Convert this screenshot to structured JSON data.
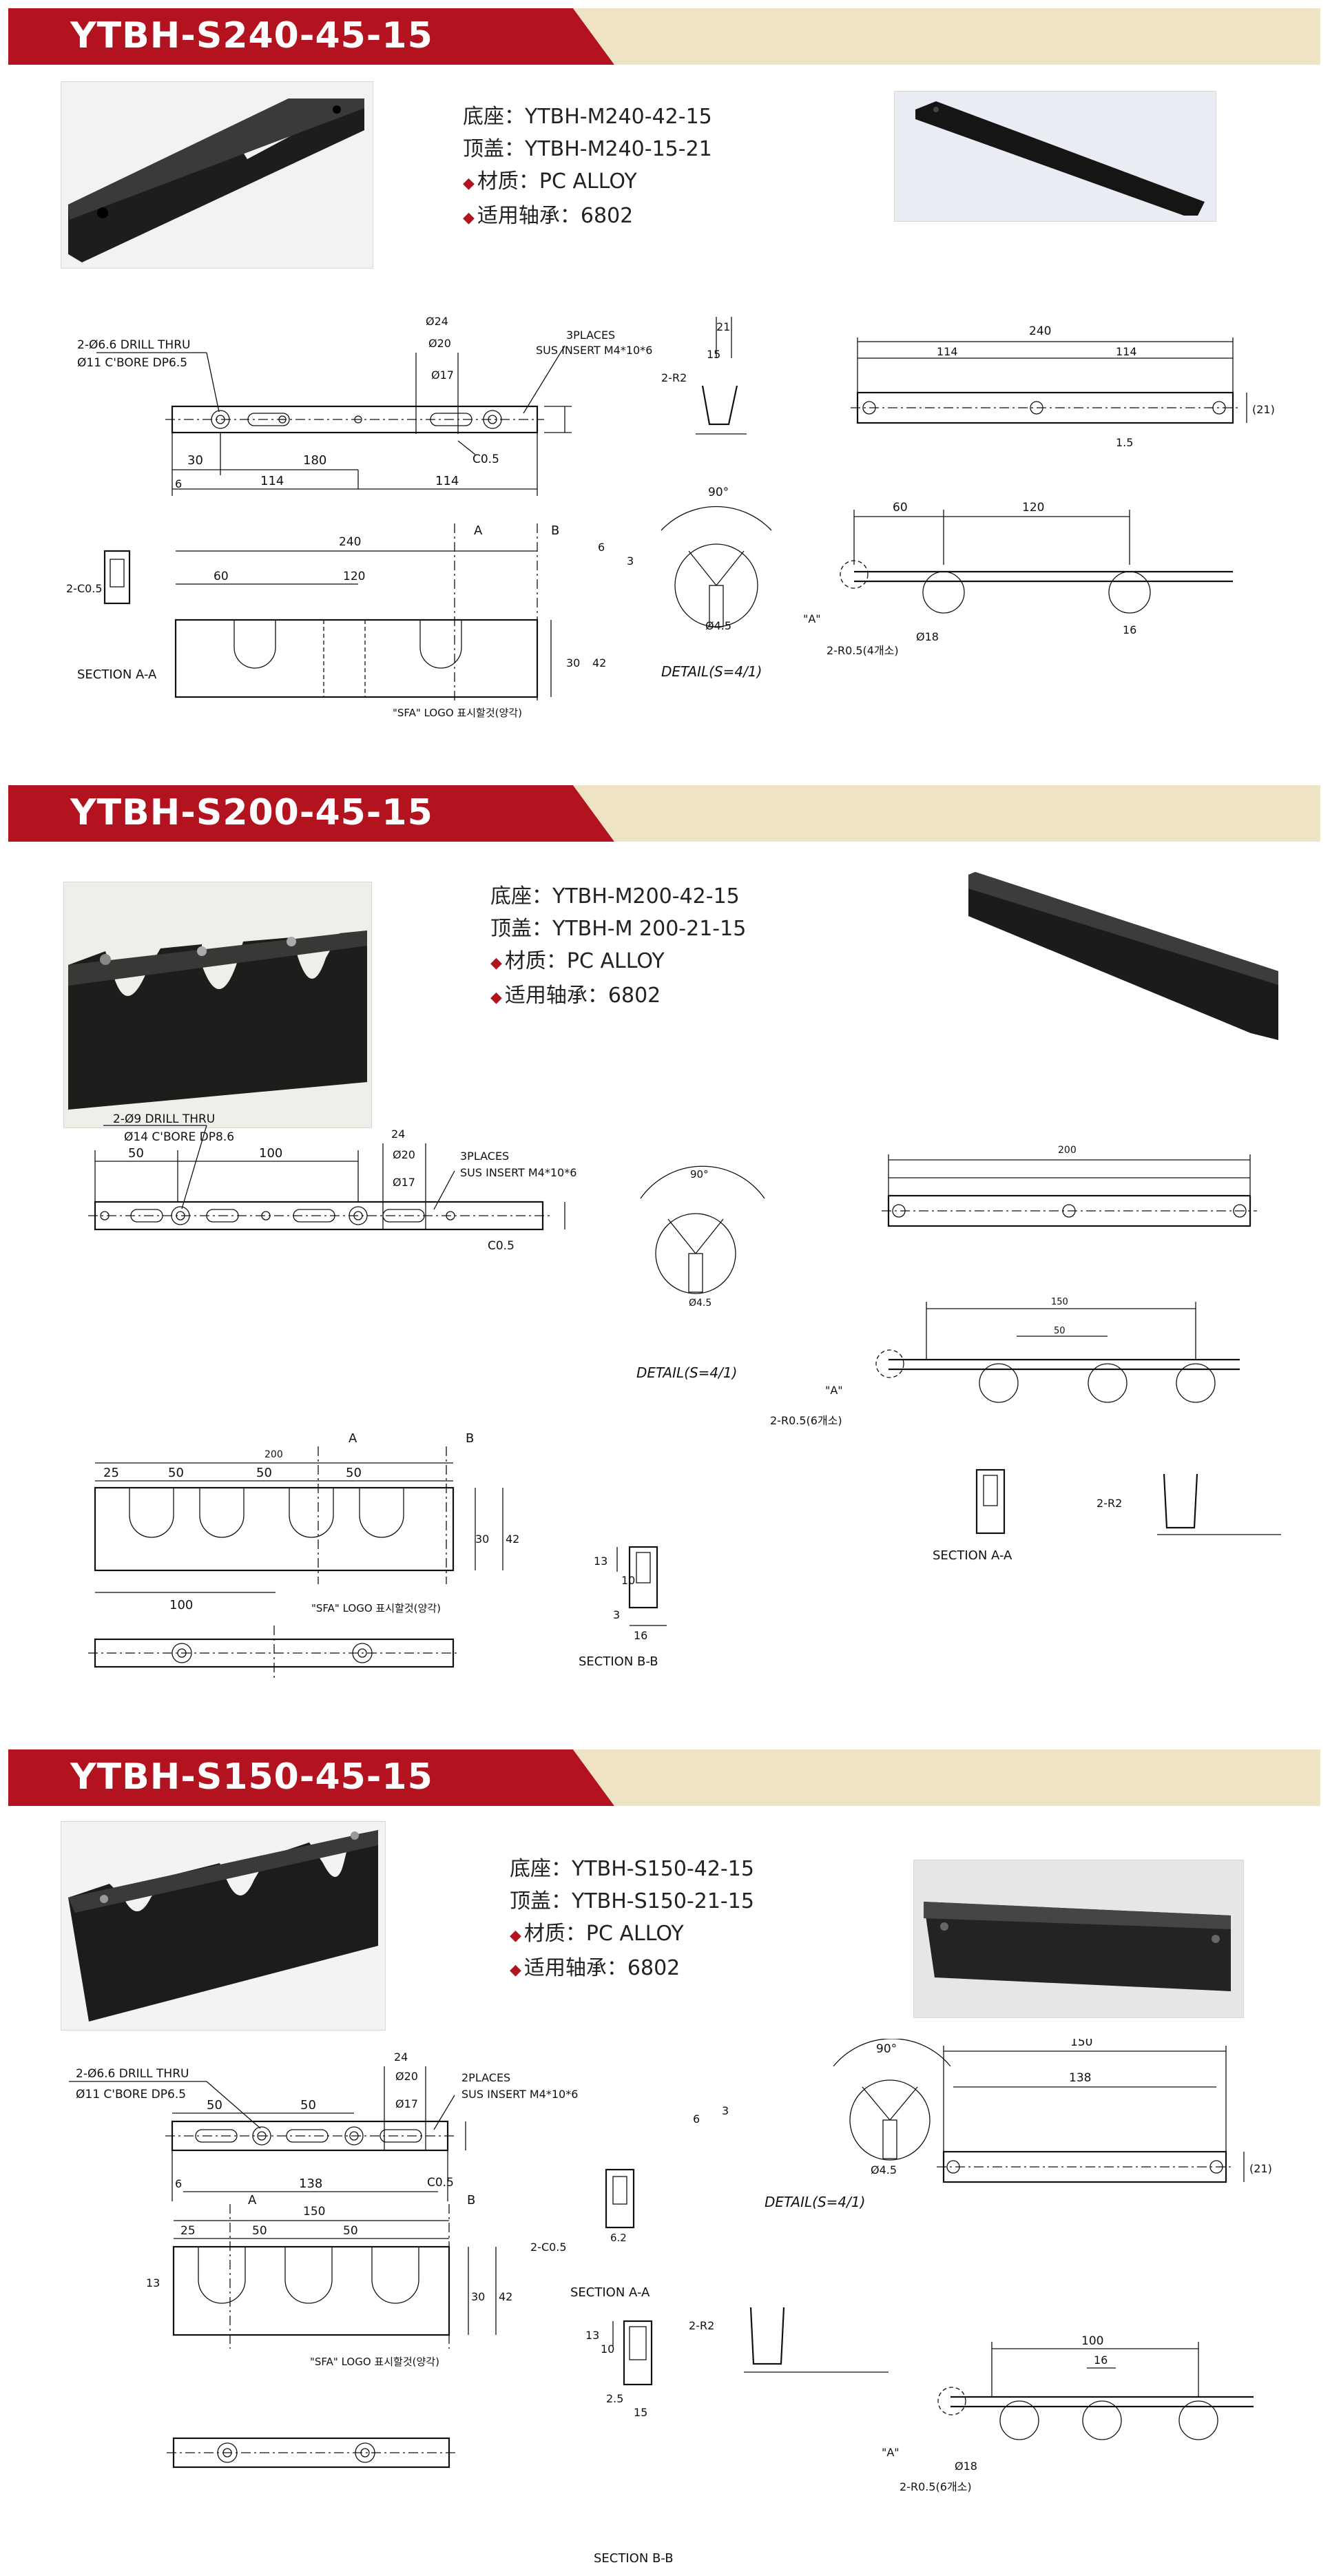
{
  "sections": [
    {
      "title": "YTBH-S240-45-15",
      "specs": {
        "base": "底座：YTBH-M240-42-15",
        "cover": "顶盖：YTBH-M240-15-21",
        "material": "材质：PC ALLOY",
        "bearing": "适用轴承：6802"
      },
      "drawing_labels": {
        "drill": "2-Ø6.6 DRILL THRU",
        "cbore": "Ø11 C'BORE DP6.5",
        "insert_places": "3PLACES",
        "insert": "SUS INSERT M4*10*6",
        "overall": "240",
        "dim_a": "30",
        "dim_b": "180",
        "dim_c": "114",
        "dim_d": "114",
        "dim_e": "6",
        "half_a": "60",
        "half_b": "120",
        "chamfer": "C0.5",
        "radius": "2-R2",
        "fillet": "2-R0.5(4개소)",
        "section_aa": "SECTION A-A",
        "chamfer_aa": "2-C0.5",
        "logo_note": "\"SFA\" LOGO 표시할것(양각)",
        "detail": "DETAIL(S=4/1)",
        "angle": "90°",
        "hole": "Ø4.5",
        "detail_a": "\"A\"",
        "dim_18": "Ø18",
        "dim_16": "16",
        "dim_21": "21",
        "dim_15": "15",
        "side_21": "(21)",
        "side_15": "1.5",
        "dim_20": "Ø20",
        "dim_17": "Ø17",
        "dim_24": "Ø24",
        "arrow_a": "A",
        "arrow_b": "B",
        "h30": "30",
        "h42": "42",
        "h6": "6",
        "h3": "3"
      }
    },
    {
      "title": "YTBH-S200-45-15",
      "specs": {
        "base": "底座：YTBH-M200-42-15",
        "cover": "顶盖：YTBH-M 200-21-15",
        "material": "材质：PC ALLOY",
        "bearing": "适用轴承：6802"
      },
      "drawing_labels": {
        "drill": "2-Ø9 DRILL THRU",
        "cbore": "Ø14 C'BORE DP8.6",
        "insert_places": "3PLACES",
        "insert": "SUS INSERT M4*10*6",
        "overall": "200",
        "dim_50": "50",
        "dim_100": "100",
        "dim_25": "25",
        "dim_150": "150",
        "chamfer": "C0.5",
        "radius": "2-R2",
        "fillet": "2-R0.5(6개소)",
        "section_aa": "SECTION A-A",
        "section_bb": "SECTION B-B",
        "logo_note": "\"SFA\" LOGO 표시할것(양각)",
        "detail": "DETAIL(S=4/1)",
        "angle": "90°",
        "hole": "Ø4.5",
        "detail_a": "\"A\"",
        "dim_20": "Ø20",
        "dim_17": "Ø17",
        "dim_24": "24",
        "arrow_a": "A",
        "arrow_b": "B",
        "h30": "30",
        "h42": "42",
        "h13": "13",
        "h10": "10",
        "h16": "16",
        "h3": "3"
      }
    },
    {
      "title": "YTBH-S150-45-15",
      "specs": {
        "base": "底座：YTBH-S150-42-15",
        "cover": "顶盖：YTBH-S150-21-15",
        "material": "材质：PC ALLOY",
        "bearing": "适用轴承：6802"
      },
      "drawing_labels": {
        "drill": "2-Ø6.6 DRILL THRU",
        "cbore": "Ø11 C'BORE DP6.5",
        "insert_places": "2PLACES",
        "insert": "SUS INSERT M4*10*6",
        "overall": "150",
        "dim_138": "138",
        "dim_50": "50",
        "dim_25": "25",
        "dim_100": "100",
        "dim_6": "6",
        "chamfer": "C0.5",
        "chamfer2": "2-C0.5",
        "radius": "2-R2",
        "fillet": "2-R0.5(6개소)",
        "section_aa": "SECTION A-A",
        "section_bb": "SECTION B-B",
        "logo_note": "\"SFA\" LOGO 표시할것(양각)",
        "detail": "DETAIL(S=4/1)",
        "angle": "90°",
        "hole": "Ø4.5",
        "detail_a": "\"A\"",
        "dim_18": "Ø18",
        "dim_16": "16",
        "dim_20": "Ø20",
        "dim_17": "Ø17",
        "dim_24": "24",
        "side_21": "(21)",
        "arrow_a": "A",
        "arrow_b": "B",
        "h30": "30",
        "h42": "42",
        "h13": "13",
        "h10": "10",
        "h15": "15",
        "h6": "6",
        "h3": "3",
        "h25": "2.5",
        "h62": "6.2"
      }
    }
  ]
}
